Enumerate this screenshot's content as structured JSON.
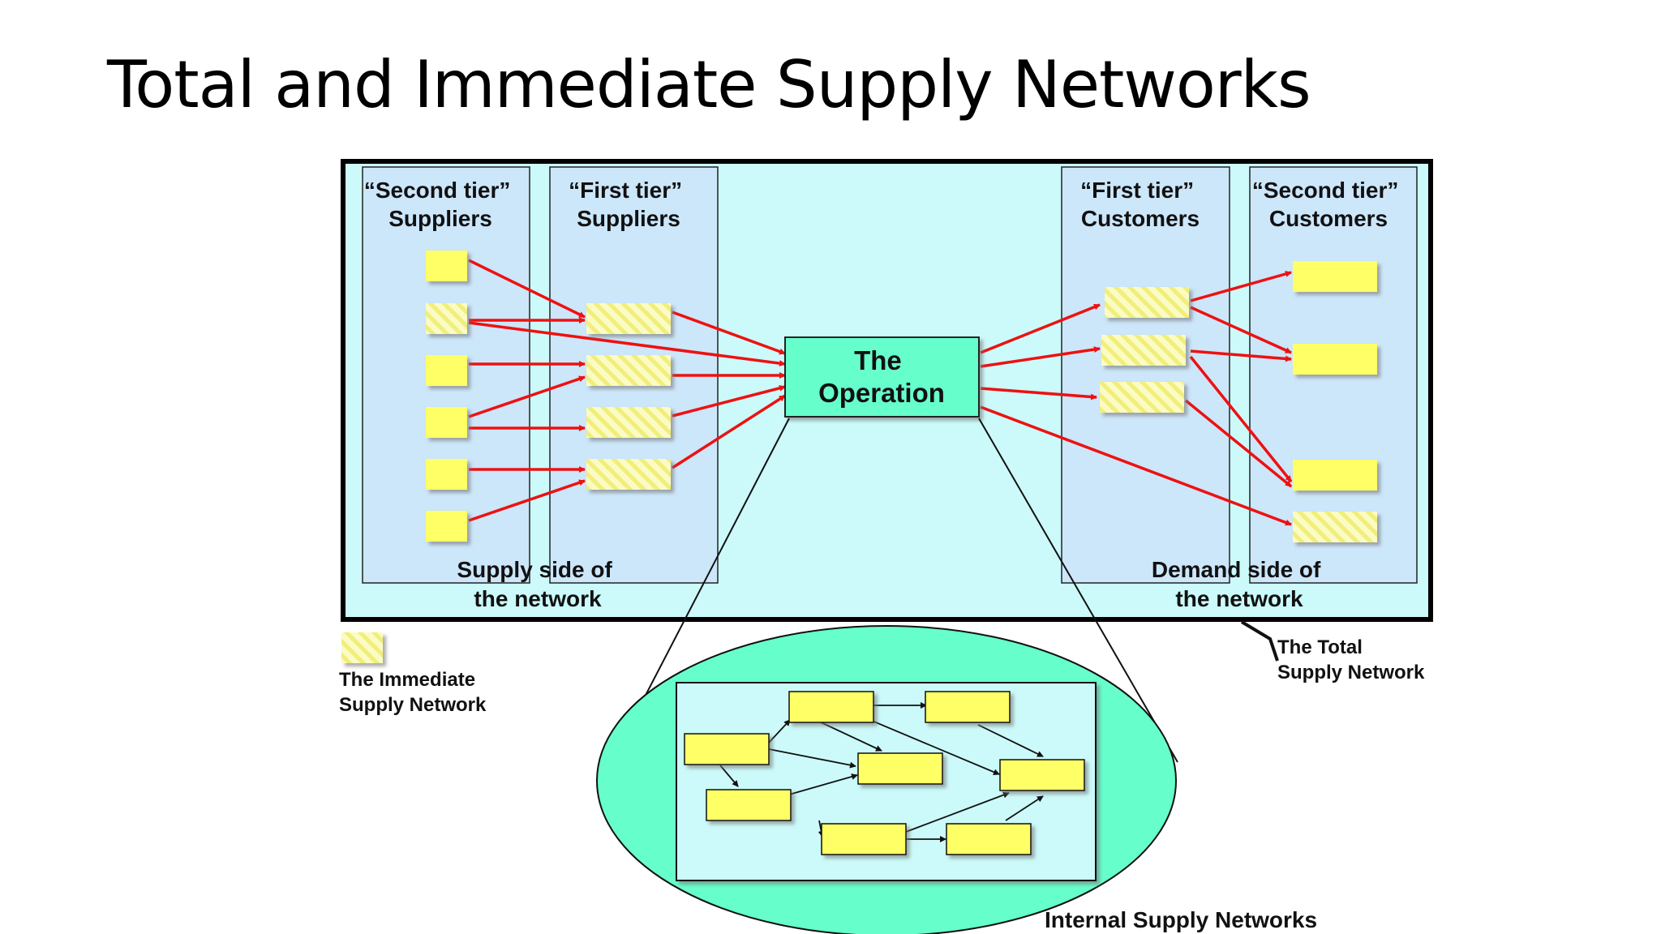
{
  "title": "Total and Immediate Supply Networks",
  "labels": {
    "second_tier_suppliers": [
      "“Second tier”",
      "Suppliers"
    ],
    "first_tier_suppliers": [
      "“First tier”",
      "Suppliers"
    ],
    "first_tier_customers": [
      "“First tier”",
      "Customers"
    ],
    "second_tier_customers": [
      "“Second tier”",
      "Customers"
    ],
    "operation": [
      "The",
      "Operation"
    ],
    "supply_side": [
      "Supply side of",
      "the network"
    ],
    "demand_side": [
      "Demand side of",
      "the network"
    ],
    "total_network": [
      "The Total",
      "Supply Network"
    ],
    "immediate_network": [
      "The Immediate",
      "Supply Network"
    ],
    "internal": "Internal Supply Networks"
  },
  "colors": {
    "network_bg": "#ccfafa",
    "tier_bg": "#cce6fa",
    "operation_fill": "#66ffcc",
    "ellipse_fill": "#66ffcc",
    "node_yellow": "#ffff66",
    "flow_red": "#ee1111"
  }
}
